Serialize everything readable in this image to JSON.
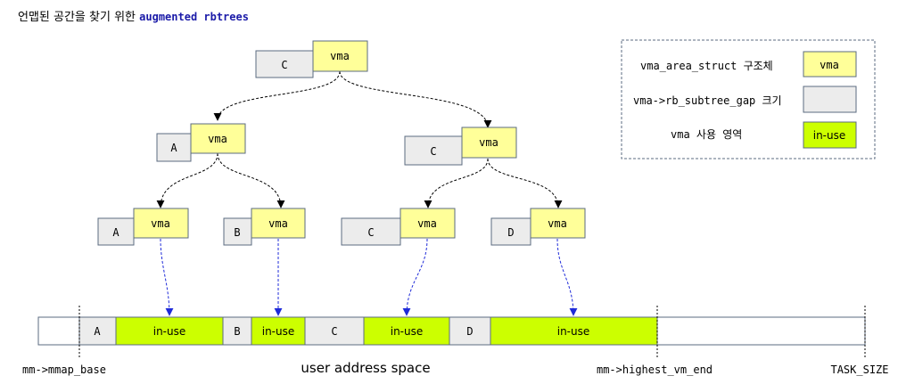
{
  "title": {
    "korean": "언맵된 공간을 찾기 위한",
    "keyword": "augmented rbtrees"
  },
  "vma_label": "vma",
  "inuse_label": "in-use",
  "tree_nodes": [
    {
      "id": "root",
      "gap": "C"
    },
    {
      "id": "l",
      "gap": "A"
    },
    {
      "id": "r",
      "gap": "C"
    },
    {
      "id": "ll",
      "gap": "A"
    },
    {
      "id": "lr",
      "gap": "B"
    },
    {
      "id": "rl",
      "gap": "C"
    },
    {
      "id": "rr",
      "gap": "D"
    }
  ],
  "address_bar": {
    "segments": [
      {
        "kind": "blank",
        "label": ""
      },
      {
        "kind": "gap",
        "label": "A"
      },
      {
        "kind": "used",
        "label": "in-use"
      },
      {
        "kind": "gap",
        "label": "B"
      },
      {
        "kind": "used",
        "label": "in-use"
      },
      {
        "kind": "gap",
        "label": "C"
      },
      {
        "kind": "used",
        "label": "in-use"
      },
      {
        "kind": "gap",
        "label": "D"
      },
      {
        "kind": "used",
        "label": "in-use"
      },
      {
        "kind": "blank",
        "label": ""
      }
    ],
    "center_label": "user address space",
    "left_label": "mm->mmap_base",
    "mid_label": "mm->highest_vm_end",
    "right_label": "TASK_SIZE"
  },
  "legend": {
    "items": [
      {
        "text": "vma_area_struct 구조체",
        "swatch_label": "vma",
        "swatch_color": "#ffff99"
      },
      {
        "text": "vma->rb_subtree_gap 크기",
        "swatch_label": "",
        "swatch_color": "#ececec"
      },
      {
        "text": "vma 사용 영역",
        "swatch_label": "in-use",
        "swatch_color": "#ccff00"
      }
    ]
  },
  "colors": {
    "vma_fill": "#ffff99",
    "gap_fill": "#ececec",
    "inuse_fill": "#ccff00",
    "tree_edge": "#000000",
    "map_edge": "#1f2bd9",
    "box_stroke": "#5b6b80"
  }
}
